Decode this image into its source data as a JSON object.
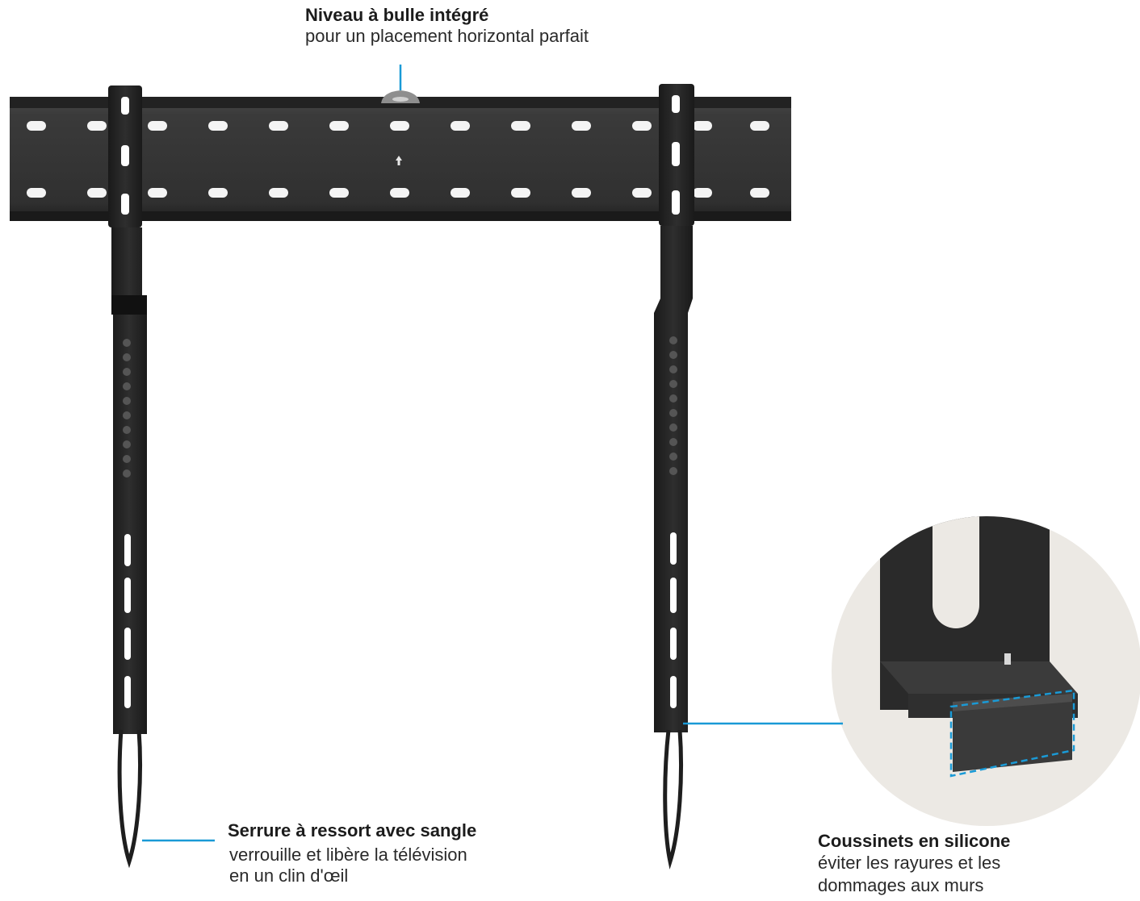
{
  "callouts": {
    "level": {
      "title": "Niveau à bulle intégré",
      "desc": "pour un placement horizontal parfait"
    },
    "lock": {
      "title": "Serrure à ressort avec sangle",
      "desc_line1": "verrouille et libère la télévision",
      "desc_line2": "en un clin d'œil"
    },
    "pads": {
      "title": "Coussinets en silicone",
      "desc_line1": "éviter les rayures et les",
      "desc_line2": "dommages aux murs"
    }
  },
  "colors": {
    "accent_line": "#1a9ad6",
    "metal": "#2b2b2b",
    "metal_dark": "#161616",
    "zoom_bg": "#ece9e4"
  }
}
